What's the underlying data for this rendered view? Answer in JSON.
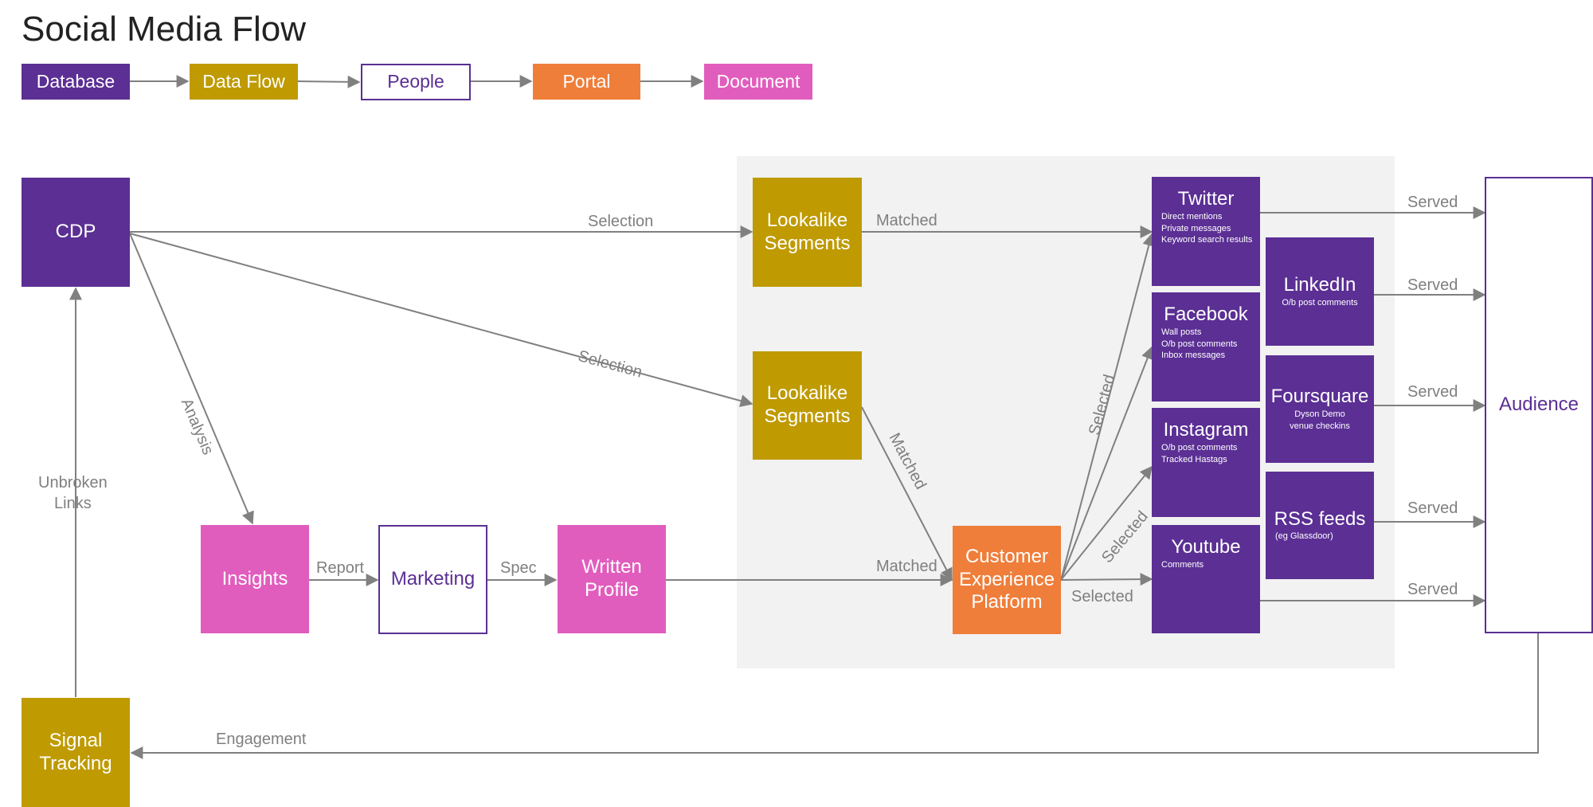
{
  "title": "Social Media Flow",
  "legend": [
    "Database",
    "Data Flow",
    "People",
    "Portal",
    "Document"
  ],
  "nodes": {
    "cdp": {
      "title": "CDP"
    },
    "lookalike1": {
      "title": "Lookalike\nSegments"
    },
    "lookalike2": {
      "title": "Lookalike\nSegments"
    },
    "insights": {
      "title": "Insights"
    },
    "marketing": {
      "title": "Marketing"
    },
    "written": {
      "title": "Written\nProfile"
    },
    "cxp": {
      "title": "Customer\nExperience\nPlatform"
    },
    "twitter": {
      "title": "Twitter",
      "sub": "Direct mentions\nPrivate messages\nKeyword search results"
    },
    "facebook": {
      "title": "Facebook",
      "sub": "Wall posts\nO/b post comments\nInbox messages"
    },
    "instagram": {
      "title": "Instagram",
      "sub": "O/b post comments\nTracked Hastags"
    },
    "youtube": {
      "title": "Youtube",
      "sub": "Comments"
    },
    "linkedin": {
      "title": "LinkedIn",
      "sub": "O/b post comments"
    },
    "foursquare": {
      "title": "Foursquare",
      "sub": "Dyson Demo\nvenue checkins"
    },
    "rss": {
      "title": "RSS feeds",
      "sub": "(eg Glassdoor)"
    },
    "audience": {
      "title": "Audience"
    },
    "signal": {
      "title": "Signal\nTracking"
    }
  },
  "edges": {
    "selection1": "Selection",
    "selection2": "Selection",
    "analysis": "Analysis",
    "unbroken": "Unbroken\nLinks",
    "report": "Report",
    "spec": "Spec",
    "matched1": "Matched",
    "matched2": "Matched",
    "matched3": "Matched",
    "selected1": "Selected",
    "selected2": "Selected",
    "selected3": "Selected",
    "served1": "Served",
    "served2": "Served",
    "served3": "Served",
    "served4": "Served",
    "served5": "Served",
    "engagement": "Engagement"
  }
}
